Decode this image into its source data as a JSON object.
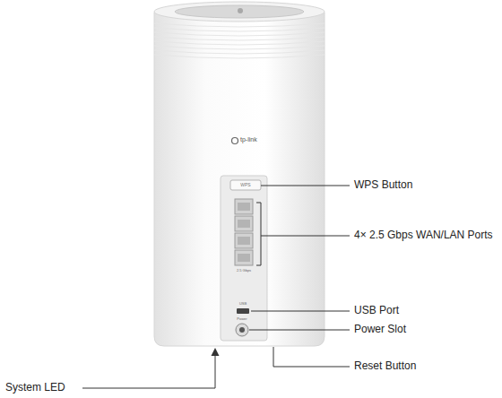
{
  "diagram": {
    "labels": [
      "tp-link",
      "WPS",
      "WPS Button",
      "4× 2.5 Gbps WAN/LAN Ports",
      "2.5 Gbps",
      "USB",
      "USB Port",
      "Power",
      "Power Slot",
      "Reset Button",
      "System LED"
    ]
  }
}
